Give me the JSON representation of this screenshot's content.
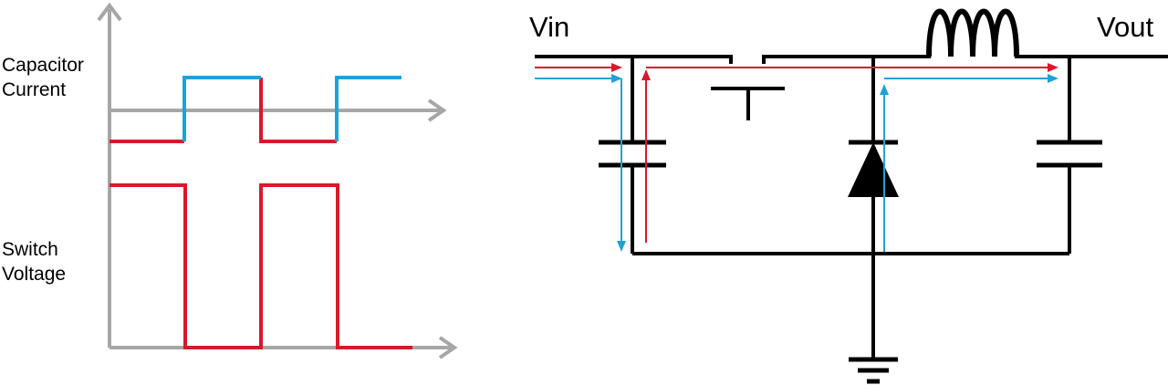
{
  "waveforms": {
    "capacitor_label": [
      "Capacitor",
      "Current"
    ],
    "switch_label": [
      "Switch",
      "Voltage"
    ]
  },
  "circuit": {
    "vin_label": "Vin",
    "vout_label": "Vout"
  },
  "colors": {
    "axis": "#a6a6a6",
    "red": "#d7192b",
    "blue": "#1fa2d7",
    "wire": "#000000"
  }
}
